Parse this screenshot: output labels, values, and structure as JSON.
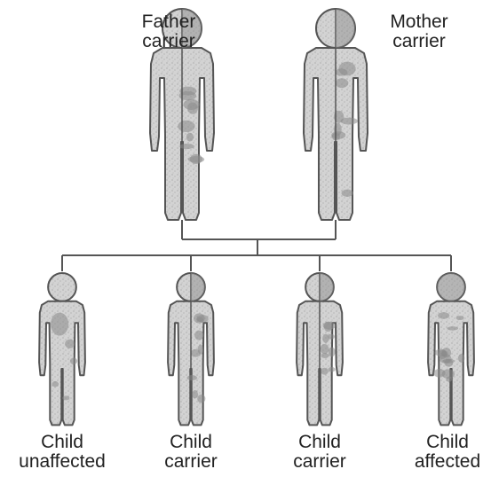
{
  "figures": {
    "father": {
      "line1": "Father",
      "line2": "carrier",
      "status": "carrier"
    },
    "mother": {
      "line1": "Mother",
      "line2": "carrier",
      "status": "carrier"
    },
    "children": [
      {
        "line1": "Child",
        "line2": "unaffected",
        "status": "unaffected"
      },
      {
        "line1": "Child",
        "line2": "carrier",
        "status": "carrier"
      },
      {
        "line1": "Child",
        "line2": "carrier",
        "status": "carrier"
      },
      {
        "line1": "Child",
        "line2": "affected",
        "status": "affected"
      }
    ]
  },
  "colors": {
    "body_fill": "#d0d0d0",
    "outline": "#555555",
    "marks": "#8a8a8a",
    "line": "#555555"
  }
}
